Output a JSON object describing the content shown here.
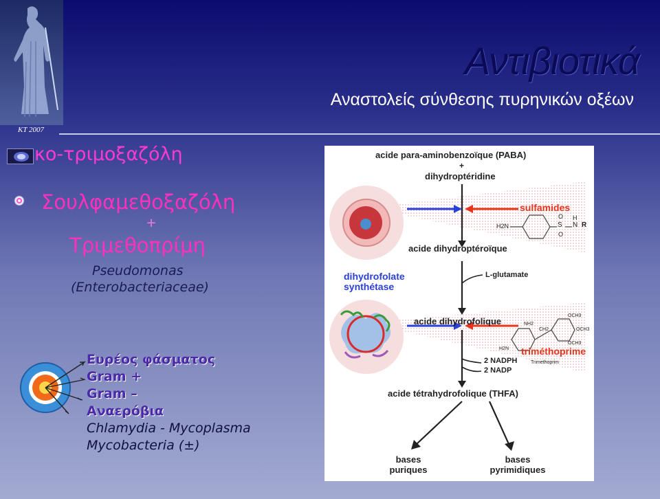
{
  "header": {
    "signature": "KT 2007",
    "title": "Αντιβιοτικά",
    "subtitle": "Αναστολείς σύνθεσης πυρηνικών οξέων"
  },
  "drug": {
    "name": "κο-τριμοξαζόλη",
    "component1": "Σουλφαμεθοξαζόλη",
    "plus": "+",
    "component2": "Τριμεθοπρίμη",
    "organism1": "Pseudomonas",
    "organism2": "(Enterobacteriaceae)"
  },
  "spectrum": {
    "items": [
      "Ευρέος φάσματος",
      "Gram +",
      "Gram –",
      "Αναερόβια"
    ],
    "extra1": "Chlamydia - Mycoplasma",
    "extra2": "Mycobacteria (±)"
  },
  "pathway": {
    "paba": "acide para-aminobenzoïque (PABA)",
    "plus": "+",
    "dihydropteridine": "dihydroptéridine",
    "sulfamides": "sulfamides",
    "dihydropteroique": "acide dihydroptéroïque",
    "synthetase": "dihydrofolate synthétase",
    "glutamate": "L-glutamate",
    "dihydrofolique": "acide dihydrofolique",
    "trimethoprime": "triméthoprime",
    "trimethoprim_caption": "Trimethoprim",
    "nadph": "2 NADPH",
    "nadp": "2 NADP",
    "thfa": "acide tétrahydrofolique (THFA)",
    "bases_puriques": "bases puriques",
    "bases_pyrimidiques": "bases pyrimidiques",
    "formula_h2n": "H2N",
    "formula_r": "R",
    "formula_s": "S",
    "formula_o": "O",
    "formula_n": "N",
    "formula_h": "H",
    "formula_nh2": "NH2",
    "formula_och3": "OCH3",
    "formula_ch2": "CH2"
  },
  "colors": {
    "title": "#0a0a55",
    "accent_pink": "#ff2fbf",
    "spectrum_purple": "#4a2aa8",
    "arrow_red": "#e8331d",
    "arrow_blue": "#2a3fd6"
  }
}
